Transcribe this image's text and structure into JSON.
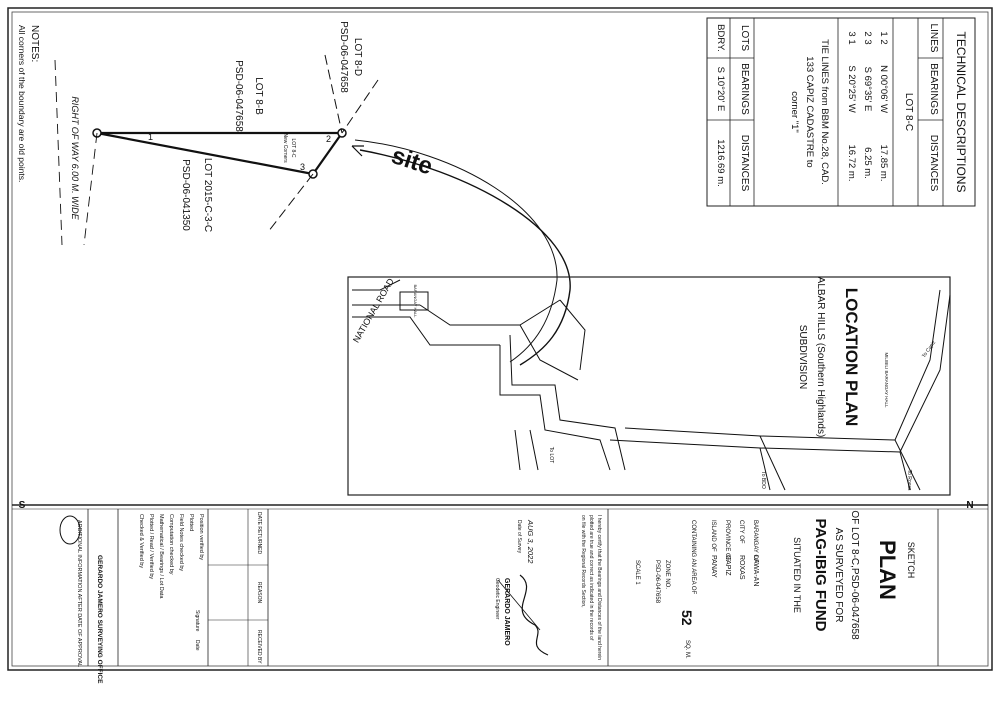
{
  "tech": {
    "title": "TECHNICAL DESCRIPTIONS",
    "headers": [
      "LINES",
      "BEARINGS",
      "DISTANCES"
    ],
    "lot_label": "LOT 8-C",
    "rows": [
      {
        "line": "1  2",
        "bearing": "N 00°06' W",
        "distance": "17.85 m."
      },
      {
        "line": "2  3",
        "bearing": "S 69°35' E",
        "distance": "6.25 m."
      },
      {
        "line": "3  1",
        "bearing": "S 20°25' W",
        "distance": "16.72 m."
      }
    ],
    "tie_line_1": "TIE LINES from BBM No.28, CAD.",
    "tie_line_2": "133 CAPIZ CADASTRE to",
    "tie_line_3": "corner \"1\"",
    "tie_headers": [
      "LOTS",
      "BEARINGS",
      "DISTANCES"
    ],
    "tie_row": {
      "lot": "BDRY.",
      "bearing": "S 10°20' E",
      "distance": "1216.69 m."
    }
  },
  "parcel": {
    "lot_8d": "LOT 8-D",
    "psd_8d": "PSD-06-047658",
    "lot_8b": "LOT 8-B",
    "psd_8b": "PSD-06-047658",
    "lot_8c_small": "LOT 8-C",
    "new_corners": "New Corners",
    "lot_2015": "LOT 2015-C-3-C",
    "psd_2015": "PSD-06-041350",
    "row_label": "RIGHT OF WAY 6.00 M. WIDE",
    "corner_1": "1",
    "corner_2": "2",
    "corner_3": "3",
    "site_label": "site"
  },
  "notes": {
    "title": "NOTES:",
    "text": "All corners of the boundary are old points."
  },
  "location_plan": {
    "title": "LOCATION PLAN",
    "subtitle_1": "ALBAR HILLS (Southern Highlands)",
    "subtitle_2": "SUBDIVISION",
    "national_road": "NATIONAL ROAD",
    "hall_label": "BARANGAY HALL",
    "brgy_hall": "MILIBILI BARANGAY HALL",
    "to_cap": "To Capiz",
    "to_roxas": "To Roxas",
    "to_lot": "To LOT",
    "to_bdo": "To BDO"
  },
  "sketch": {
    "heading": "SKETCH",
    "plan": "PLAN",
    "of_lot": "OF LOT 8-C,PSD-06-047658",
    "as_surveyed": "AS SURVEYED FOR",
    "owner": "PAG-IBIG FUND",
    "situated": "SITUATED IN THE",
    "labels": [
      "BARANGAY OF",
      "CITY OF",
      "PROVINCE OF",
      "ISLAND OF"
    ],
    "values": [
      "LAWA-AN",
      "ROXAS",
      "CAPIZ",
      "PANAY"
    ],
    "area_label": "CONTAINING AN AREA OF",
    "area_value": "52",
    "area_unit": "SQ. M.",
    "zone": "ZONE NO.",
    "psd_ref": "PSD-06-047658",
    "bearing_scale": "SCALE 1",
    "n_label": "N",
    "s_label": "S"
  },
  "cert": {
    "line_1": "I hereby certify that the Bearings and Distances of the land herein",
    "line_2": "plotted are true and correct as indicated in the records of",
    "line_3": "on file with the Regional Records Section,",
    "date": "AUG 3, 2022",
    "date_label": "Date of Survey",
    "engineer": "GERARDO JAMERO",
    "engineer_title": "Geodetic Engineer",
    "office": "GERARDO JAMERO SURVEYING OFFICE",
    "additional": "ADDITIONAL INFORMATION AFTER DATE OF APPROVAL"
  },
  "verify": {
    "positions": "Position verified by",
    "plotted": "Plotted",
    "field_notes": "Field Notes checked by",
    "computation": "Computation checked by",
    "mathematical": "Mathematical / Bearings / Lot Data",
    "plotted_by": "Plotted / Read / Verified by",
    "checked": "Checked & Verified by",
    "date_returned": "DATE RETURNED",
    "reason": "REASON",
    "received_by": "RECEIVED BY",
    "signature": "Signature",
    "date": "Date"
  }
}
